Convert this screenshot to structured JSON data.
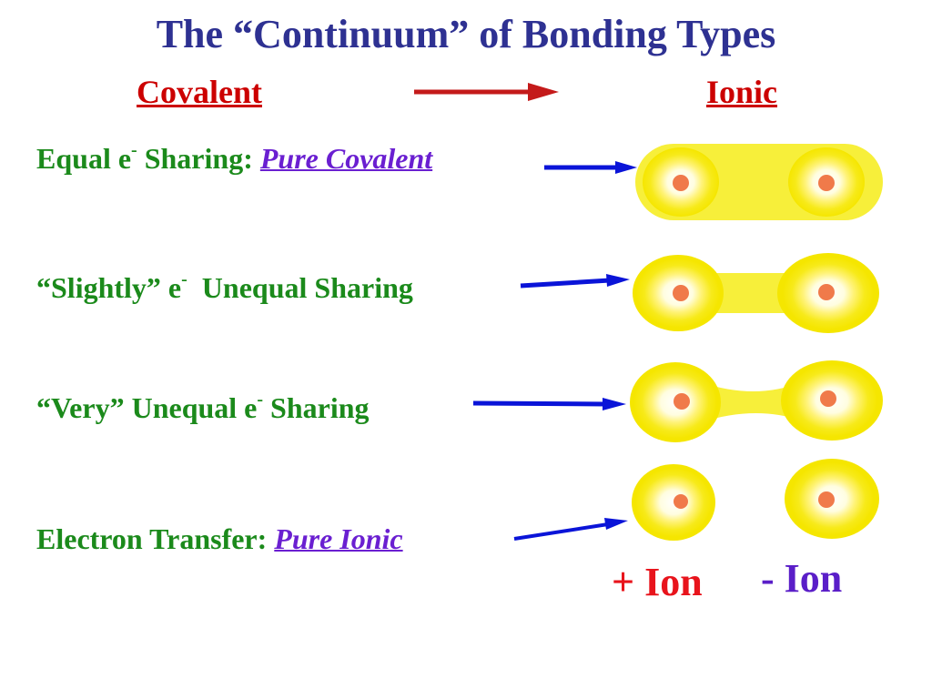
{
  "slide": {
    "title": "The “Continuum” of Bonding Types",
    "covalent_label": "Covalent",
    "ionic_label": "Ionic"
  },
  "rows": [
    {
      "text_a": "Equal e",
      "sup_a": "-",
      "text_b": " Sharing: ",
      "emphasis": "Pure Covalent",
      "text_c": ""
    },
    {
      "text_a": "“Slightly” e",
      "sup_a": "-",
      "text_b": "  Unequal Sharing",
      "emphasis": "",
      "text_c": ""
    },
    {
      "text_a": "“Very” Unequal e",
      "sup_a": "-",
      "text_b": " Sharing",
      "emphasis": "",
      "text_c": ""
    },
    {
      "text_a": "Electron Transfer: ",
      "sup_a": "",
      "text_b": "",
      "emphasis": "Pure Ionic",
      "text_c": ""
    }
  ],
  "ions": {
    "positive": "+ Ion",
    "negative": "- Ion"
  },
  "colors": {
    "title": "#2e3192",
    "header": "#cc0000",
    "row_text": "#1b8a1b",
    "emphasis": "#6a1fd1",
    "arrow": "#0a14d8",
    "cloud": "#f7ef1c",
    "nucleus": "#f07a4a"
  }
}
